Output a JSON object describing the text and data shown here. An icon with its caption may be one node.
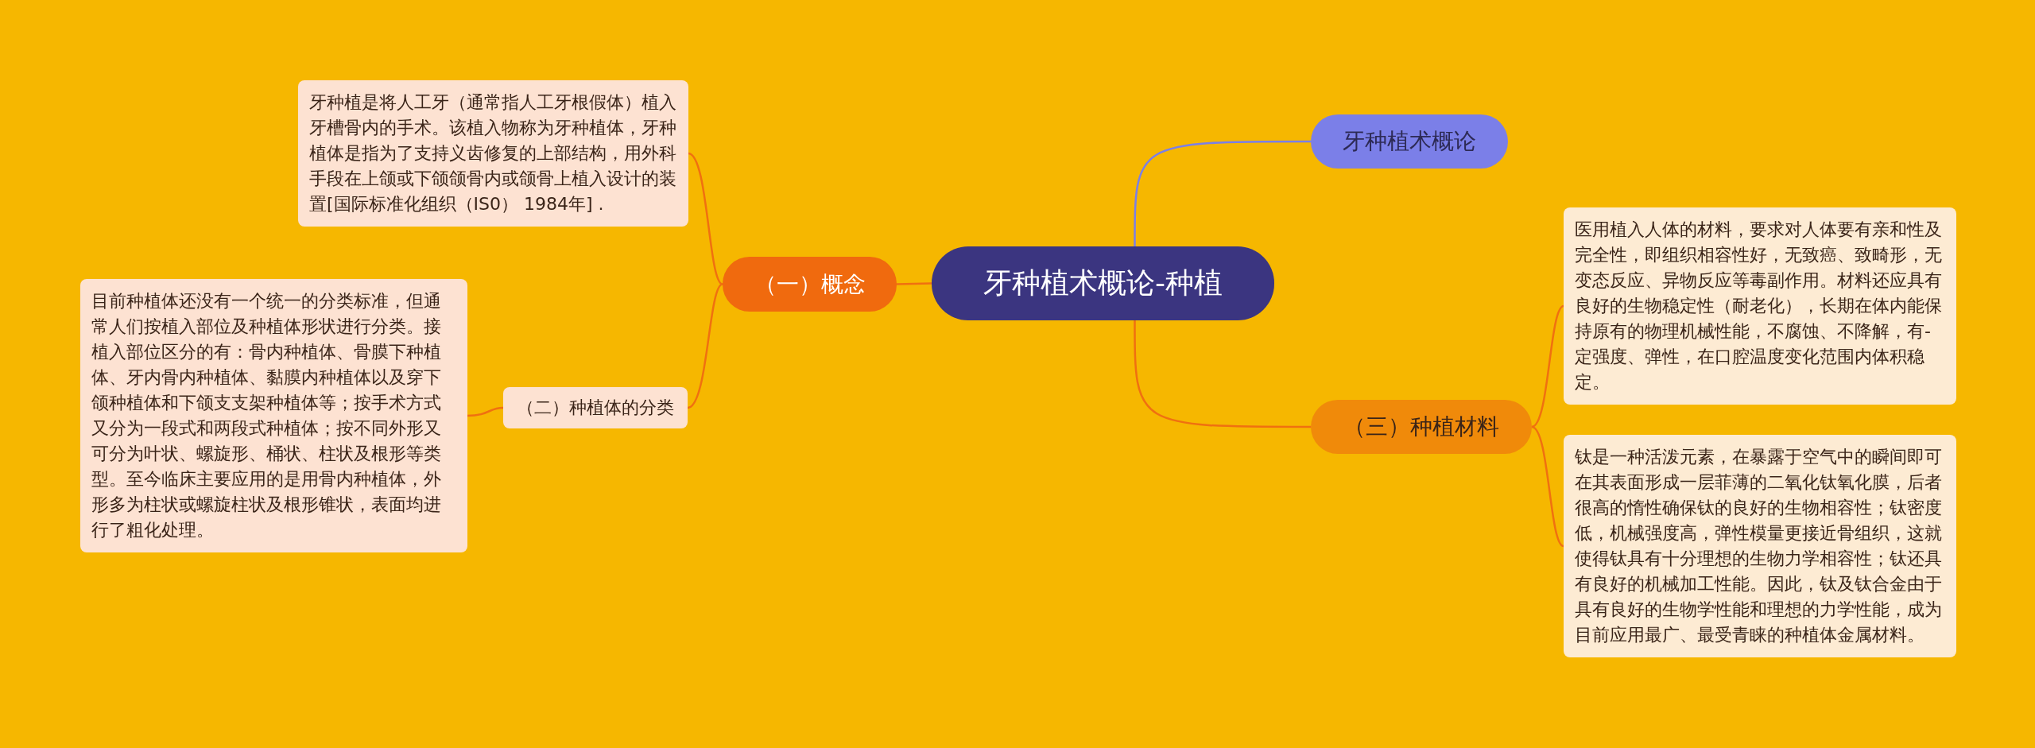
{
  "diagram": {
    "nodes": [
      {
        "text": [
          "牙种植术概论-种植"
        ]
      },
      {
        "text": [
          "牙种植术概论"
        ]
      },
      {
        "text": [
          "（一）概念"
        ]
      },
      {
        "text": [
          "牙种植是将人工牙（通常指人工牙根假体）植入牙槽骨内的手术。该植入物称为牙种植体，牙种植体是指为了支持义齿修复的上部结构，用外科手段在上颌或下颌颌骨内或颌骨上植入设计的装置[国际标准化组织（IS0） 1984年] ."
        ]
      },
      {
        "text": [
          "（二）种植体的分类"
        ]
      },
      {
        "text": [
          "目前种植体还没有一个统一的分类标准，但通常人们按植入部位及种植体形状进行分类。接植入部位区分的有：骨内种植体、骨膜下种植体、牙内骨内种植体、黏膜内种植体以及穿下颌种植体和下颌支支架种植体等；按手术方式又分为一段式和两段式种植体；按不同外形又可分为叶状、螺旋形、桶状、柱状及根形等类型。至今临床主要应用的是用骨内种植体，外形多为柱状或螺旋柱状及根形锥状，表面均进行了粗化处理。"
        ]
      },
      {
        "text": [
          "（三）种植材料"
        ]
      },
      {
        "text": [
          "医用植入人体的材料，要求对人体要有亲和性及完全性，即组织相容性好，无致癌、致畸形，无变态反应、异物反应等毒副作用。材料还应具有良好的生物稳定性（耐老化），长期在体内能保持原有的物理机械性能，不腐蚀、不降解，有-定强度、弹性，在口腔温度变化范围内体积稳定。"
        ]
      },
      {
        "text": [
          "钛是一种活泼元素，在暴露于空气中的瞬间即可在其表面形成一层菲薄的二氧化钛氧化膜，后者很高的惰性确保钛的良好的生物相容性；钛密度低，机械强度高，弹性模量更接近骨组织，这就使得钛具有十分理想的生物力学相容性；钛还具有良好的机械加工性能。因此，钛及钛合金由于具有良好的生物学性能和理想的力学性能，成为目前应用最广、最受青睐的种植体金属材料。"
        ]
      }
    ],
    "edges": [
      {
        "from": 0,
        "to": 1,
        "arrow": "none",
        "color": "#7b7fe8"
      },
      {
        "from": 0,
        "to": 2,
        "arrow": "none"
      },
      {
        "from": 2,
        "to": 3,
        "arrow": "none"
      },
      {
        "from": 2,
        "to": 4,
        "arrow": "none"
      },
      {
        "from": 4,
        "to": 5,
        "arrow": "none"
      },
      {
        "from": 0,
        "to": 6,
        "arrow": "none"
      },
      {
        "from": 6,
        "to": 7,
        "arrow": "none"
      },
      {
        "from": 6,
        "to": 8,
        "arrow": "none"
      }
    ]
  }
}
